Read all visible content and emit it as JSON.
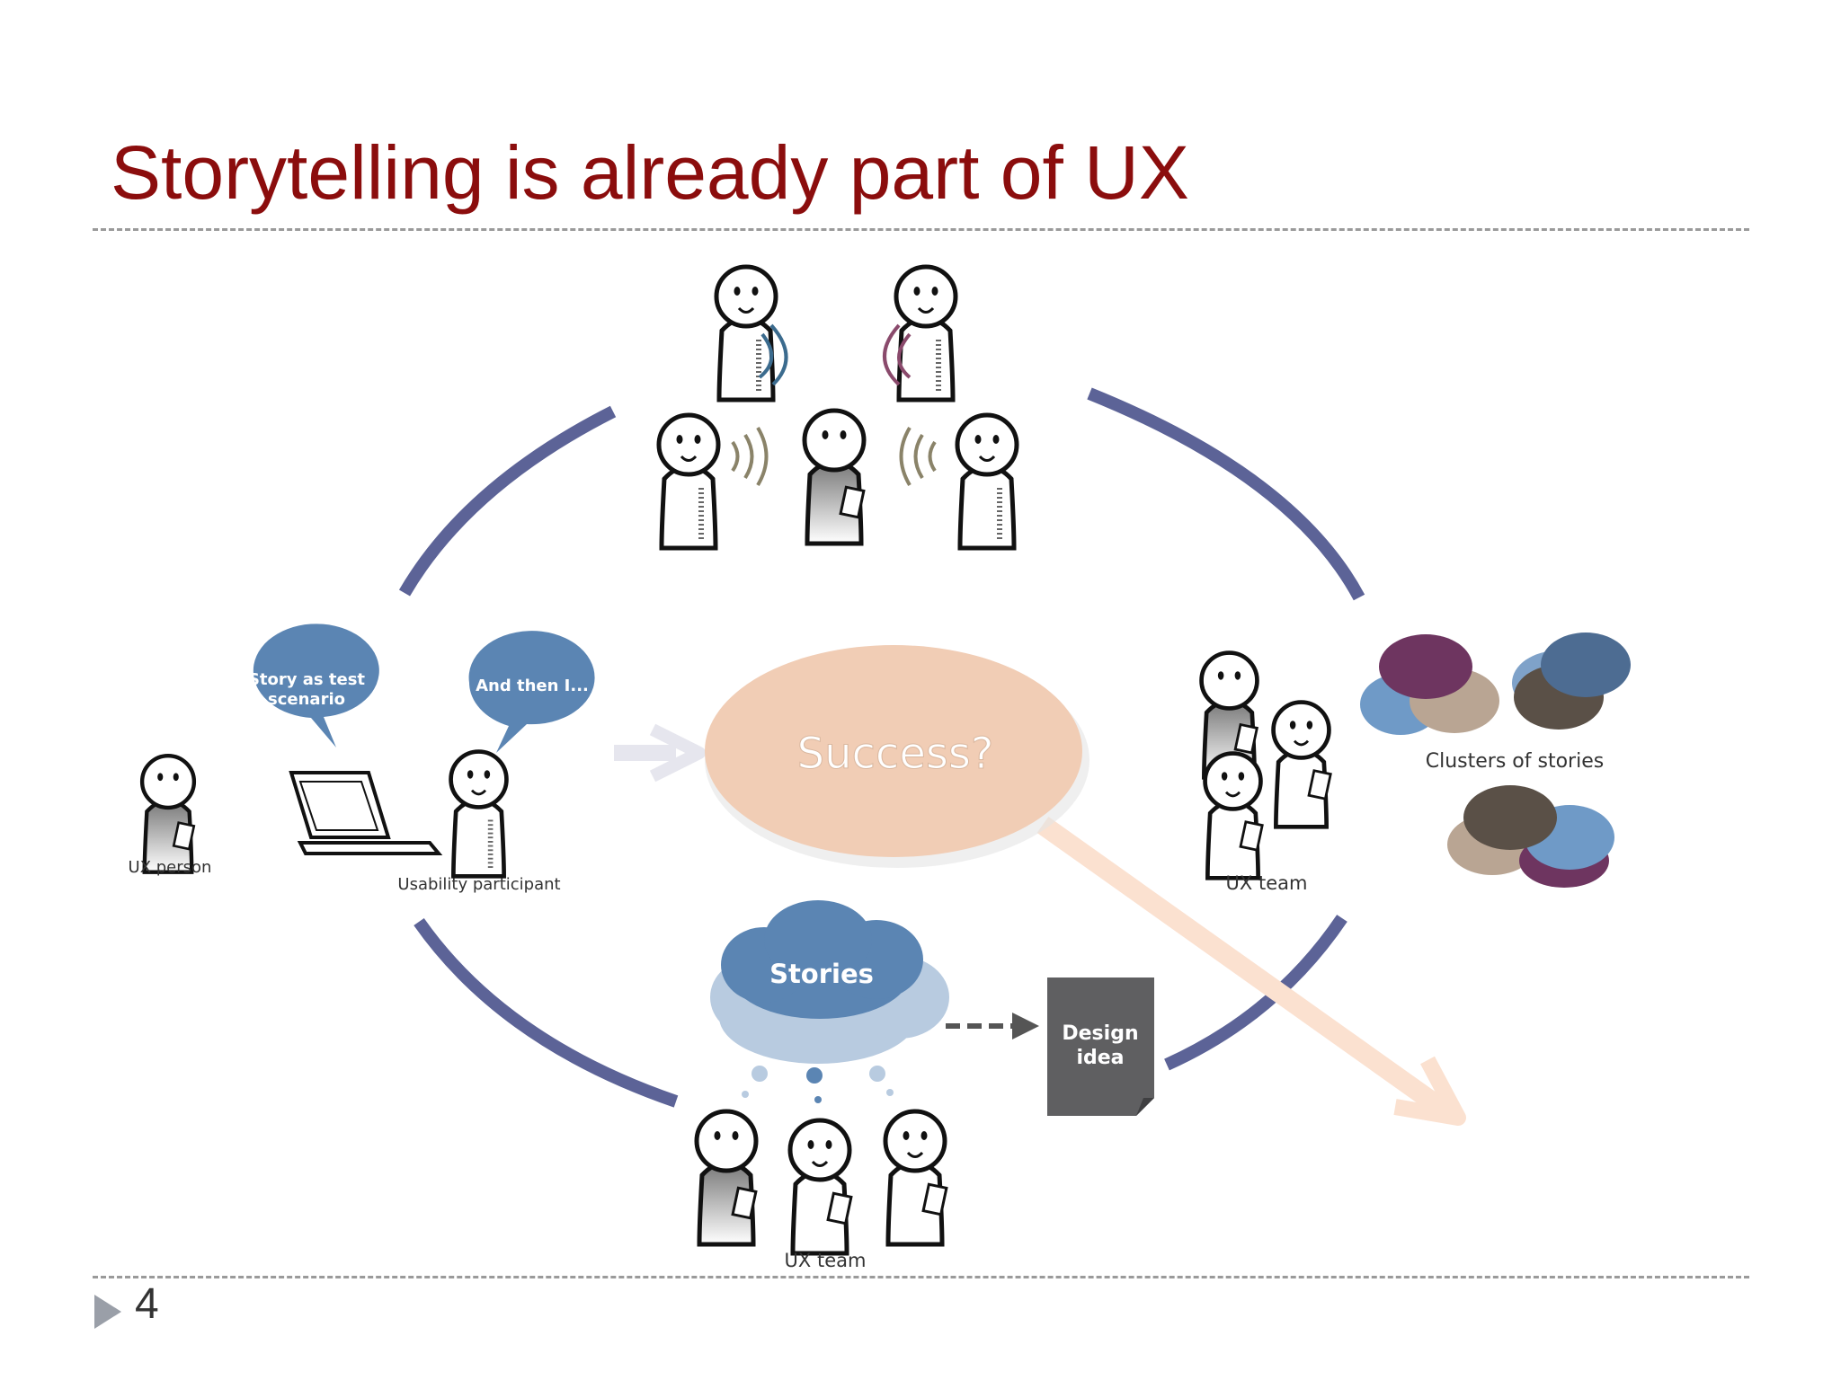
{
  "slide": {
    "title": "Storytelling is already part of UX",
    "page_number": "4"
  },
  "diagram": {
    "center_label": "Success?",
    "left": {
      "bubble_story": [
        "Story as test",
        "scenario"
      ],
      "bubble_and_then": "And then I...",
      "ux_person_label": "UX person",
      "participant_label": "Usability participant"
    },
    "right": {
      "ux_team_label": "UX team",
      "clusters_label": "Clusters of stories"
    },
    "bottom": {
      "cloud_label": "Stories",
      "design_idea": [
        "Design",
        "idea"
      ],
      "ux_team_label": "UX team"
    }
  },
  "colors": {
    "title": "#8b0d0d",
    "ring": "#5c6397",
    "bubble": "#5b85b3",
    "success_fill": "#f1cdb5",
    "doc": "#5f5f61",
    "arrow_peach": "#fbe1d0"
  }
}
